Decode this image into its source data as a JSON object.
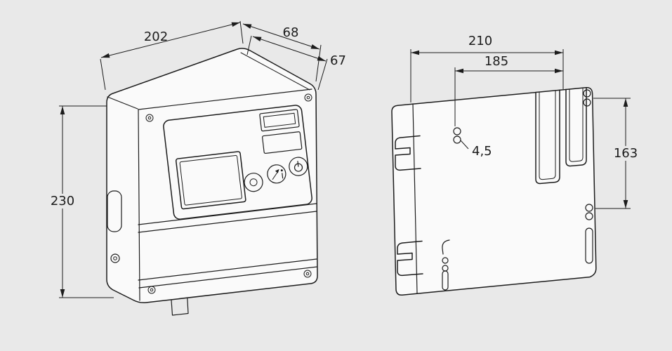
{
  "colors": {
    "background": "#e9e9e9",
    "line": "#1c1c1c",
    "face": "#fafafa"
  },
  "front_view": {
    "dim_width": "202",
    "dim_depth_outer": "68",
    "dim_depth_inner": "67",
    "dim_height": "230"
  },
  "rear_view": {
    "dim_width": "210",
    "dim_hole_spacing_horizontal": "185",
    "dim_hole_diameter": "4,5",
    "dim_hole_spacing_vertical": "163"
  }
}
